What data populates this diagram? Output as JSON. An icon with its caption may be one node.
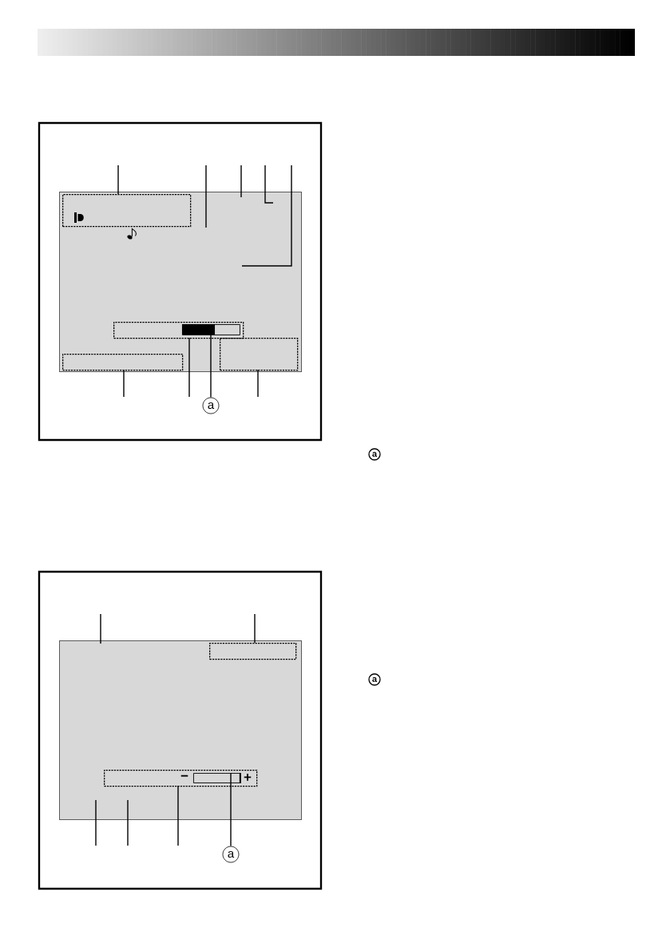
{
  "diagram": {
    "nodes": [
      {
        "text": [],
        "shape": "box"
      },
      {
        "text": [],
        "shape": "box",
        "in": 0
      },
      {
        "text": [],
        "shape": "box",
        "in": 0
      },
      {
        "text": [],
        "shape": "box",
        "in": 0
      },
      {
        "text": [],
        "shape": "box",
        "in": 0
      },
      {
        "text": [],
        "shape": "bar",
        "in": 2
      },
      {
        "text": [
          "a"
        ]
      },
      {
        "text": [],
        "shape": "box"
      },
      {
        "text": [],
        "shape": "box",
        "in": 7
      },
      {
        "text": [],
        "shape": "box",
        "in": 7
      },
      {
        "text": [],
        "shape": "bar",
        "in": 9
      },
      {
        "text": [
          "a"
        ]
      }
    ],
    "edges": [
      {
        "from": null,
        "to": 1,
        "arrow": "none"
      },
      {
        "from": null,
        "to": 0,
        "arrow": "none"
      },
      {
        "from": null,
        "to": 0,
        "arrow": "none"
      },
      {
        "from": null,
        "to": 0,
        "arrow": "none"
      },
      {
        "from": null,
        "to": 3,
        "arrow": "none"
      },
      {
        "from": null,
        "to": 2,
        "arrow": "none"
      },
      {
        "from": 6,
        "to": 5,
        "arrow": "none"
      },
      {
        "from": null,
        "to": 4,
        "arrow": "none"
      },
      {
        "from": null,
        "to": 7,
        "arrow": "none"
      },
      {
        "from": null,
        "to": 8,
        "arrow": "none"
      },
      {
        "from": null,
        "to": 9,
        "arrow": "none"
      },
      {
        "from": 11,
        "to": 10,
        "arrow": "none"
      }
    ],
    "labels": [
      "a",
      "a",
      "−",
      "+"
    ]
  }
}
